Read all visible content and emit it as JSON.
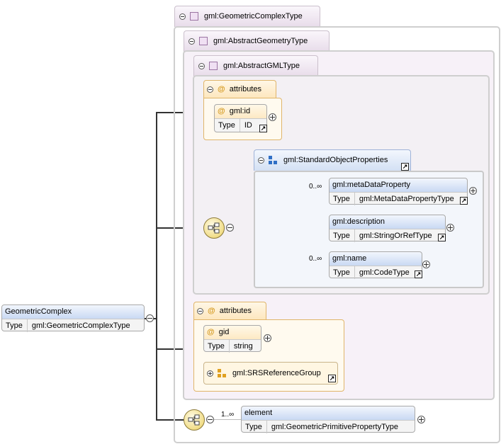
{
  "root": {
    "name": "GeometricComplex",
    "type_label": "Type",
    "type": "gml:GeometricComplexType"
  },
  "types": {
    "outer": "gml:GeometricComplexType",
    "abstract_geometry": "gml:AbstractGeometryType",
    "abstract_gml": "gml:AbstractGMLType"
  },
  "attributes_label": "attributes",
  "gml_attributes": {
    "name": "gml:id",
    "type_label": "Type",
    "type": "ID"
  },
  "standard_group": {
    "name": "gml:StandardObjectProperties",
    "elements": [
      {
        "name": "gml:metaDataProperty",
        "type_label": "Type",
        "type": "gml:MetaDataPropertyType",
        "cardinality": "0..∞"
      },
      {
        "name": "gml:description",
        "type_label": "Type",
        "type": "gml:StringOrRefType",
        "cardinality": ""
      },
      {
        "name": "gml:name",
        "type_label": "Type",
        "type": "gml:CodeType",
        "cardinality": "0..∞"
      }
    ]
  },
  "geom_attributes": {
    "gid": {
      "name": "gid",
      "type_label": "Type",
      "type": "string"
    },
    "group": "gml:SRSReferenceGroup"
  },
  "element": {
    "name": "element",
    "type_label": "Type",
    "type": "gml:GeometricPrimitivePropertyType",
    "cardinality": "1..∞"
  }
}
